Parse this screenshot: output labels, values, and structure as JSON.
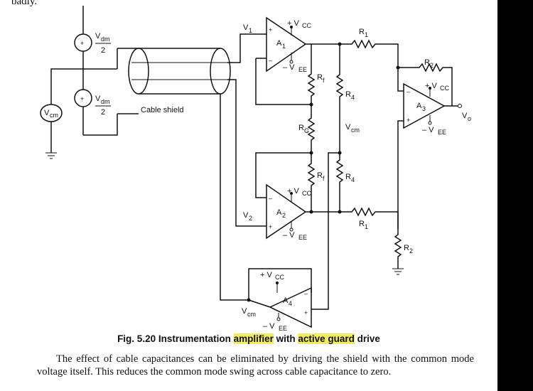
{
  "partial_top_text": "badly.",
  "diagram": {
    "labels": {
      "vdm_num": "V",
      "vdm_sub": "dm",
      "vdm_den": "2",
      "vcm_src": "V",
      "vcm_src_sub": "cm",
      "plus": "+",
      "cable_shield": "Cable shield",
      "v1": "V",
      "v1_sub": "1",
      "v2": "V",
      "v2_sub": "2",
      "a1": "A",
      "a1_sub": "1",
      "a2": "A",
      "a2_sub": "2",
      "a3": "A",
      "a3_sub": "3",
      "a4": "A",
      "a4_sub": "4",
      "vcc": "+ V",
      "vcc_sub": "CC",
      "vee": "– V",
      "vee_sub": "EE",
      "r1": "R",
      "r1_sub": "1",
      "r2": "R",
      "r2_sub": "2",
      "r4": "R",
      "r4_sub": "4",
      "rf": "R",
      "rf_sub": "f",
      "rg": "R",
      "rg_sub": "G",
      "vcm_node": "V",
      "vcm_node_sub": "cm",
      "vo": "V",
      "vo_sub": "o",
      "minus": "–"
    }
  },
  "caption": {
    "prefix": "Fig. 5.20 Instrumentation ",
    "highlight1": "amplifier",
    "middle": " with ",
    "highlight2": "active guard",
    "suffix": " drive"
  },
  "body_text": "The effect of cable capacitances can be eliminated by driving the shield with the common mode voltage itself. This reduces the common mode swing across cable capacitance to zero."
}
